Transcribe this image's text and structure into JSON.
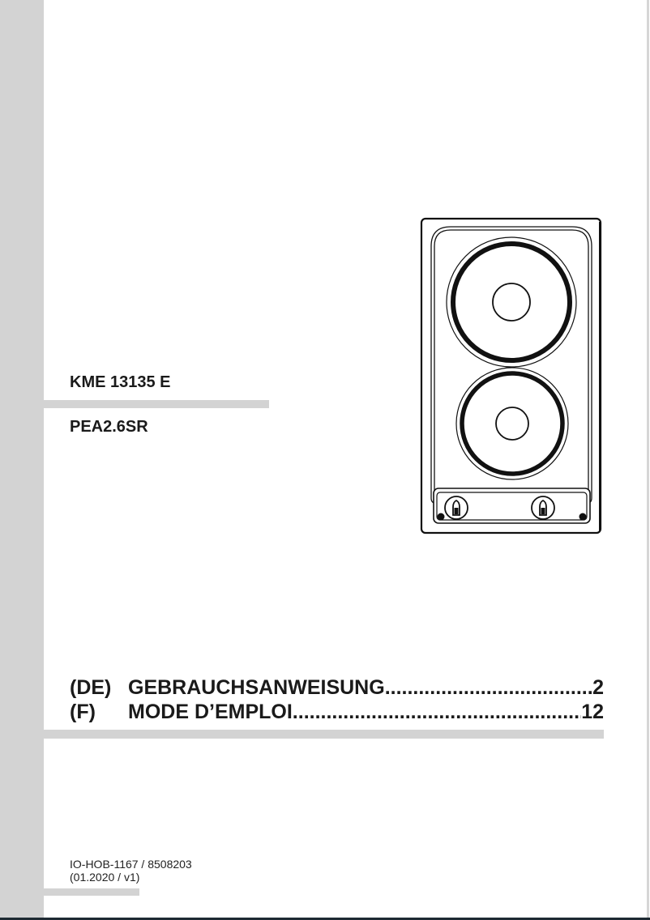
{
  "document": {
    "models": {
      "primary": "KME 13135 E",
      "secondary": "PEA2.6SR"
    },
    "table_of_contents": [
      {
        "code": "(DE)",
        "title": "GEBRAUCHSANWEISUNG",
        "dots": "...........................................................................",
        "page": "2"
      },
      {
        "code": "(F)",
        "title": "MODE D’EMPLOI",
        "dots": "...........................................................................................",
        "page": "12"
      }
    ],
    "footer": {
      "doc_id": "IO-HOB-1167 / 8508203",
      "version": "(01.2020 / v1)"
    },
    "illustration": {
      "icon": "electric-hob-2-plates-icon",
      "hotplates": 2,
      "control_knobs": 2
    },
    "colors": {
      "accent_gray": "#d3d3d3",
      "text": "#1a1a1a",
      "bottom_rule": "#1e2a33"
    }
  }
}
